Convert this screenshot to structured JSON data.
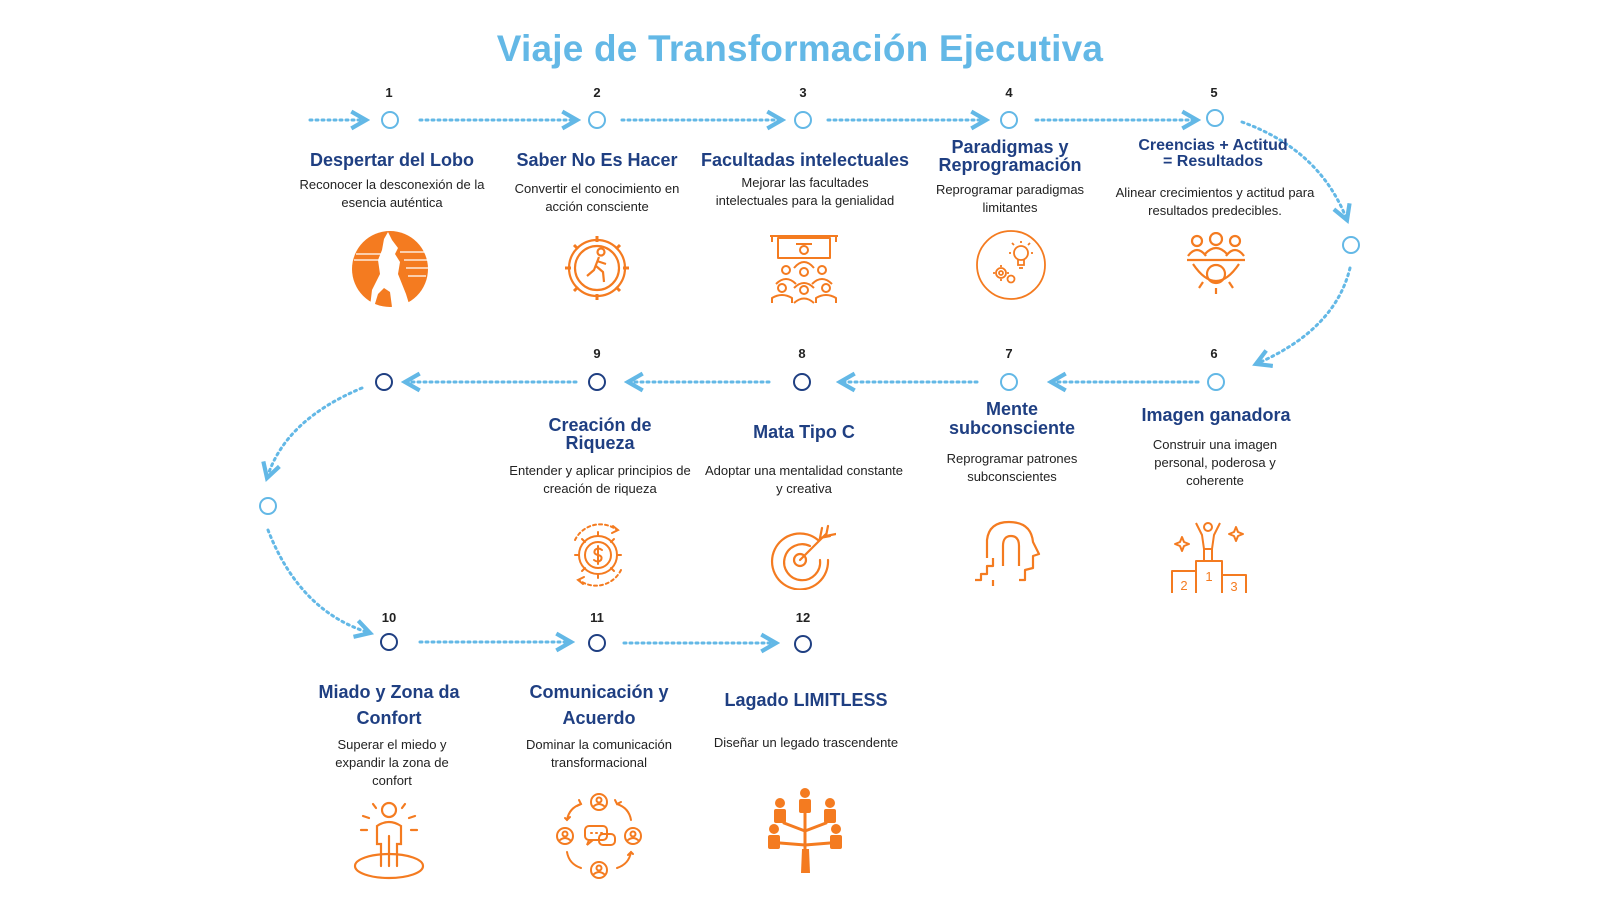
{
  "title": "Viaje de Transformación Ejecutiva",
  "colors": {
    "title": "#63b8e6",
    "step_title": "#1f3f82",
    "connector": "#63b8e6",
    "node_light": "#63b8e6",
    "node_dark": "#1f3f82",
    "icon": "#f47b20"
  },
  "steps": [
    {
      "number": "1",
      "title": "Despertar del Lobo",
      "description": "Reconocer la desconexión de la esencia auténtica",
      "icon": "wolf-moon-icon"
    },
    {
      "number": "2",
      "title": "Saber No Es Hacer",
      "description": "Convertir el conocimiento en acción consciente",
      "icon": "gear-walking-person-icon"
    },
    {
      "number": "3",
      "title": "Facultadas intelectuales",
      "description": "Mejorar las facultades intelectuales para la genialidad",
      "icon": "presentation-audience-icon"
    },
    {
      "number": "4",
      "title": "Paradigmas y Reprogramación",
      "description": "Reprogramar paradigmas limitantes",
      "icon": "lightbulb-gears-icon"
    },
    {
      "number": "5",
      "title": "Creencias + Actitud = Resultados",
      "description": "Alinear crecimientos y actitud para resultados predecibles.",
      "icon": "team-gear-icon"
    },
    {
      "number": "6",
      "title": "Imagen ganadora",
      "description": "Construir una imagen personal, poderosa y coherente",
      "icon": "winner-podium-icon",
      "podium_labels": [
        "1",
        "2",
        "3"
      ]
    },
    {
      "number": "7",
      "title": "Mente subconsciente",
      "description": "Reprogramar patrones subconscientes",
      "icon": "head-stairs-icon"
    },
    {
      "number": "8",
      "title": "Mata Tipo C",
      "description": "Adoptar una mentalidad constante y creativa",
      "icon": "target-arrow-icon"
    },
    {
      "number": "9",
      "title": "Creación de Riqueza",
      "description": "Entender y aplicar principios de creación de riqueza",
      "icon": "dollar-gear-icon"
    },
    {
      "number": "10",
      "title": "Miado y Zona da Confort",
      "description": "Superar el miedo y expandir la zona de confort",
      "icon": "person-comfort-zone-icon"
    },
    {
      "number": "11",
      "title": "Comunicación y Acuerdo",
      "description": "Dominar la comunicación transformacional",
      "icon": "communication-cycle-icon"
    },
    {
      "number": "12",
      "title": "Lagado LIMITLESS",
      "description": "Diseñar un legado trascendente",
      "icon": "people-tree-icon"
    }
  ]
}
